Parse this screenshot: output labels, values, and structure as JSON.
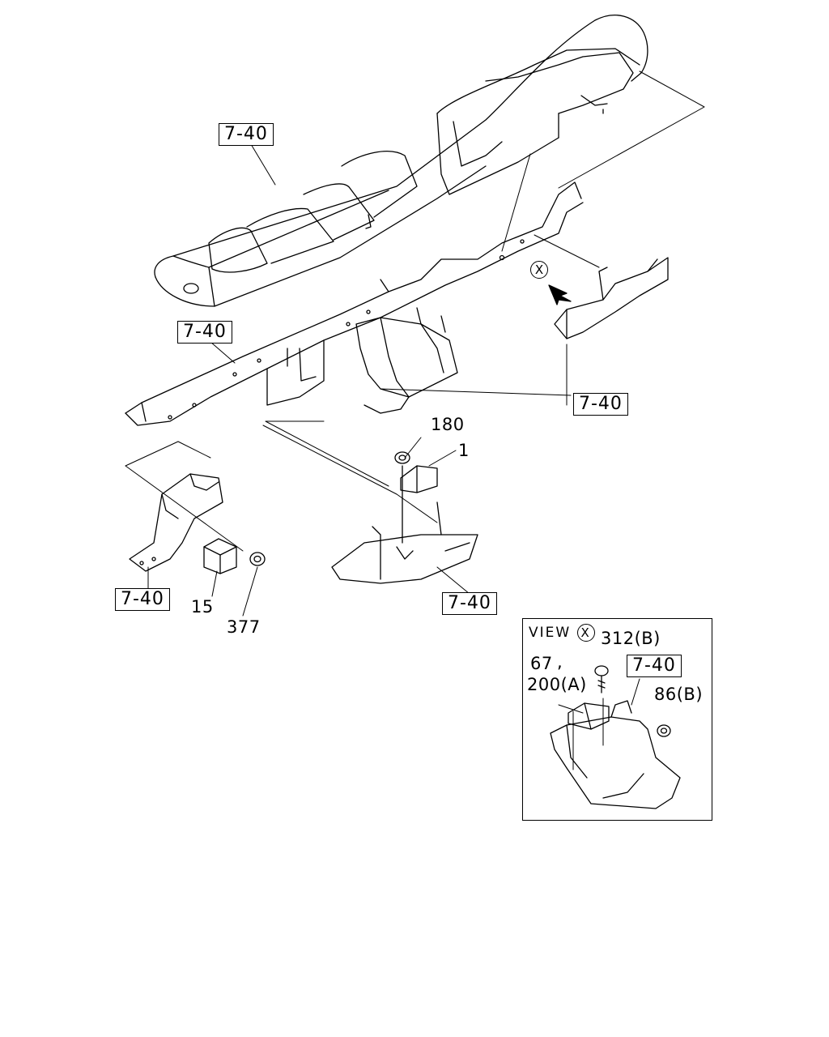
{
  "references": {
    "ref_instrument_panel": "7-40",
    "ref_cross_member": "7-40",
    "ref_right_bracket": "7-40",
    "ref_left_bracket": "7-40",
    "ref_center_bracket": "7-40",
    "ref_view_bracket": "7-40"
  },
  "callouts": {
    "part_180": "180",
    "part_1": "1",
    "part_15": "15",
    "part_377": "377",
    "part_312b": "312(B)",
    "part_67": "67",
    "part_comma": ",",
    "part_200a": "200(A)",
    "part_86b": "86(B)"
  },
  "view": {
    "title": "VIEW",
    "marker": "X"
  }
}
